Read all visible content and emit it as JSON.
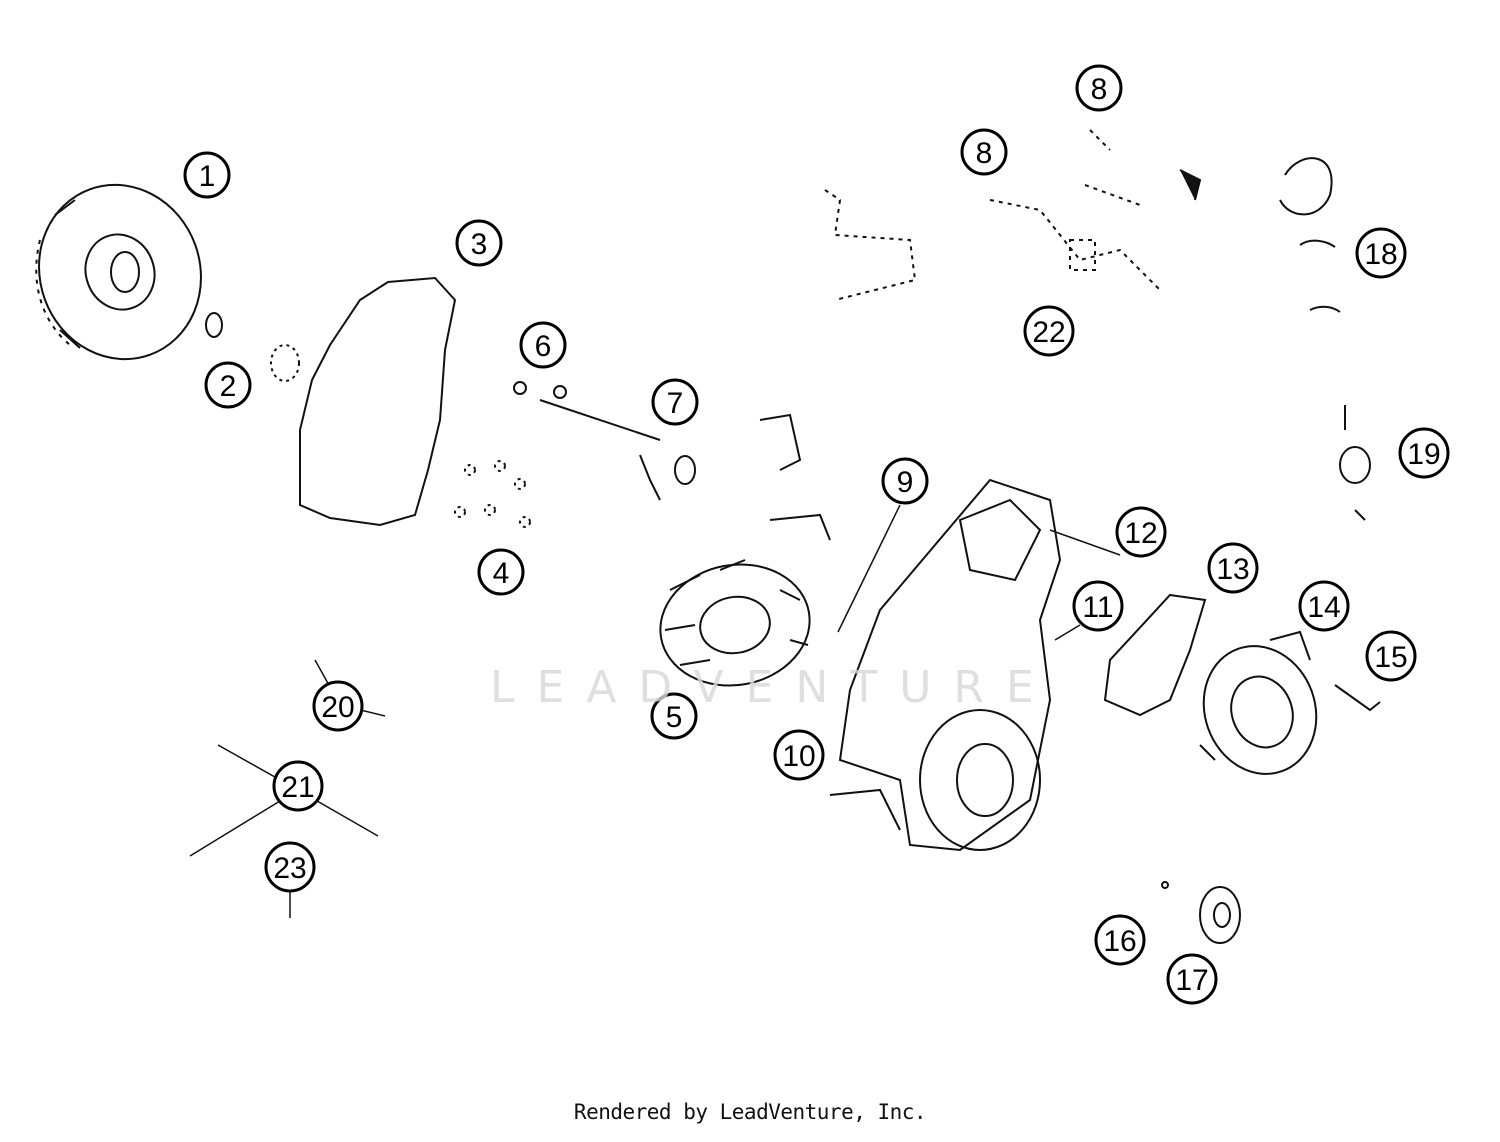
{
  "callouts": [
    {
      "id": "c1",
      "label": "1"
    },
    {
      "id": "c2",
      "label": "2"
    },
    {
      "id": "c3",
      "label": "3"
    },
    {
      "id": "c4",
      "label": "4"
    },
    {
      "id": "c5",
      "label": "5"
    },
    {
      "id": "c6",
      "label": "6"
    },
    {
      "id": "c7",
      "label": "7"
    },
    {
      "id": "c8a",
      "label": "8"
    },
    {
      "id": "c8b",
      "label": "8"
    },
    {
      "id": "c9",
      "label": "9"
    },
    {
      "id": "c10",
      "label": "10"
    },
    {
      "id": "c11",
      "label": "11"
    },
    {
      "id": "c12",
      "label": "12"
    },
    {
      "id": "c13",
      "label": "13"
    },
    {
      "id": "c14",
      "label": "14"
    },
    {
      "id": "c15",
      "label": "15"
    },
    {
      "id": "c16",
      "label": "16"
    },
    {
      "id": "c17",
      "label": "17"
    },
    {
      "id": "c18",
      "label": "18"
    },
    {
      "id": "c19",
      "label": "19"
    },
    {
      "id": "c20",
      "label": "20"
    },
    {
      "id": "c21",
      "label": "21"
    },
    {
      "id": "c22",
      "label": "22"
    },
    {
      "id": "c23",
      "label": "23"
    }
  ],
  "watermark": "LEADVENTURE",
  "footer": "Rendered by LeadVenture, Inc."
}
